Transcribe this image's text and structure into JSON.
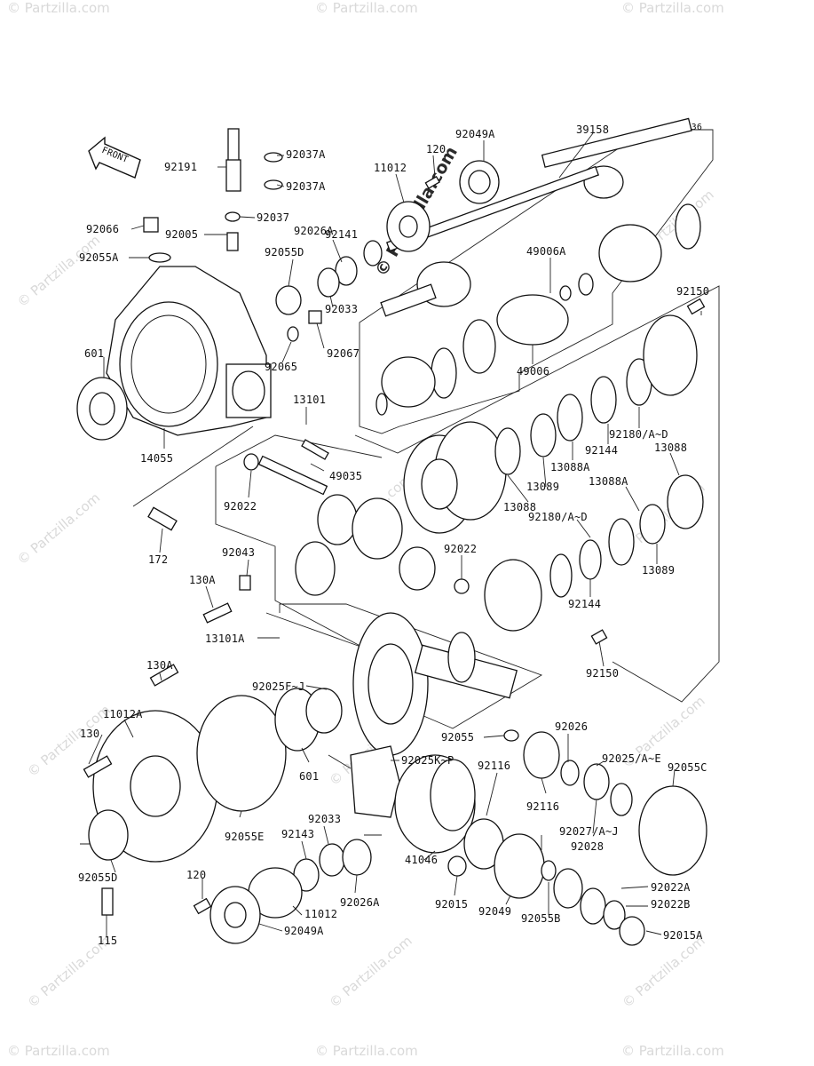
{
  "diagram": {
    "code": "E3136",
    "front_label": "FRONT",
    "watermark": "© Partzilla.com",
    "parts": [
      {
        "id": "p-39158",
        "label": "39158"
      },
      {
        "id": "p-92049A-top",
        "label": "92049A"
      },
      {
        "id": "p-120-top",
        "label": "120"
      },
      {
        "id": "p-11012-top",
        "label": "11012"
      },
      {
        "id": "p-92037A-1",
        "label": "92037A"
      },
      {
        "id": "p-92191",
        "label": "92191"
      },
      {
        "id": "p-92037A-2",
        "label": "92037A"
      },
      {
        "id": "p-92037",
        "label": "92037"
      },
      {
        "id": "p-92066",
        "label": "92066"
      },
      {
        "id": "p-92005",
        "label": "92005"
      },
      {
        "id": "p-92055A",
        "label": "92055A"
      },
      {
        "id": "p-92141",
        "label": "92141"
      },
      {
        "id": "p-92026A-top",
        "label": "92026A"
      },
      {
        "id": "p-92055D-top",
        "label": "92055D"
      },
      {
        "id": "p-92033-top",
        "label": "92033"
      },
      {
        "id": "p-49006A",
        "label": "49006A"
      },
      {
        "id": "p-92067",
        "label": "92067"
      },
      {
        "id": "p-92065",
        "label": "92065"
      },
      {
        "id": "p-601-top",
        "label": "601"
      },
      {
        "id": "p-49006",
        "label": "49006"
      },
      {
        "id": "p-92150-top",
        "label": "92150"
      },
      {
        "id": "p-13101",
        "label": "13101"
      },
      {
        "id": "p-14055",
        "label": "14055"
      },
      {
        "id": "p-92180-1",
        "label": "92180/A~D"
      },
      {
        "id": "p-92144-1",
        "label": "92144"
      },
      {
        "id": "p-13088A-1",
        "label": "13088A"
      },
      {
        "id": "p-13088-1",
        "label": "13088"
      },
      {
        "id": "p-49035",
        "label": "49035"
      },
      {
        "id": "p-92022-1",
        "label": "92022"
      },
      {
        "id": "p-13089-1",
        "label": "13089"
      },
      {
        "id": "p-13088-2",
        "label": "13088"
      },
      {
        "id": "p-13088A-2",
        "label": "13088A"
      },
      {
        "id": "p-92180-2",
        "label": "92180/A~D"
      },
      {
        "id": "p-172",
        "label": "172"
      },
      {
        "id": "p-92043",
        "label": "92043"
      },
      {
        "id": "p-92022-2",
        "label": "92022"
      },
      {
        "id": "p-13089-2",
        "label": "13089"
      },
      {
        "id": "p-130A-1",
        "label": "130A"
      },
      {
        "id": "p-92144-2",
        "label": "92144"
      },
      {
        "id": "p-13101A",
        "label": "13101A"
      },
      {
        "id": "p-92150-bot",
        "label": "92150"
      },
      {
        "id": "p-130A-2",
        "label": "130A"
      },
      {
        "id": "p-92025FJ",
        "label": "92025F~J"
      },
      {
        "id": "p-11012A",
        "label": "11012A"
      },
      {
        "id": "p-92055",
        "label": "92055"
      },
      {
        "id": "p-92026",
        "label": "92026"
      },
      {
        "id": "p-130",
        "label": "130"
      },
      {
        "id": "p-92025KP",
        "label": "92025K~P"
      },
      {
        "id": "p-92025AE",
        "label": "92025/A~E"
      },
      {
        "id": "p-92055C",
        "label": "92055C"
      },
      {
        "id": "p-601-bot",
        "label": "601"
      },
      {
        "id": "p-92116-1",
        "label": "92116"
      },
      {
        "id": "p-92116-2",
        "label": "92116"
      },
      {
        "id": "p-92033-bot",
        "label": "92033"
      },
      {
        "id": "p-92143",
        "label": "92143"
      },
      {
        "id": "p-92055E",
        "label": "92055E"
      },
      {
        "id": "p-92027",
        "label": "92027/A~J"
      },
      {
        "id": "p-92028",
        "label": "92028"
      },
      {
        "id": "p-92055D-bot",
        "label": "92055D"
      },
      {
        "id": "p-120-bot",
        "label": "120"
      },
      {
        "id": "p-92026A-bot",
        "label": "92026A"
      },
      {
        "id": "p-41046",
        "label": "41046"
      },
      {
        "id": "p-92049",
        "label": "92049"
      },
      {
        "id": "p-92022A",
        "label": "92022A"
      },
      {
        "id": "p-92022B",
        "label": "92022B"
      },
      {
        "id": "p-92015",
        "label": "92015"
      },
      {
        "id": "p-92055B",
        "label": "92055B"
      },
      {
        "id": "p-11012-bot",
        "label": "11012"
      },
      {
        "id": "p-115",
        "label": "115"
      },
      {
        "id": "p-92049A-bot",
        "label": "92049A"
      },
      {
        "id": "p-92015A",
        "label": "92015A"
      }
    ]
  }
}
